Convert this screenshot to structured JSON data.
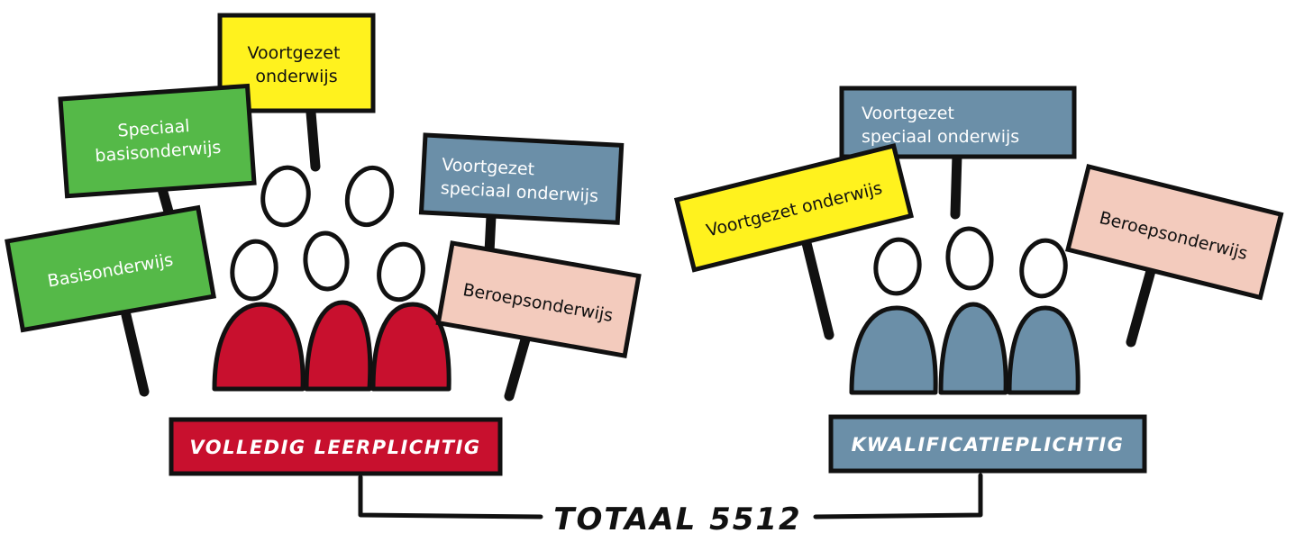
{
  "colors": {
    "green": "#55b948",
    "yellow": "#fff21e",
    "slate_blue": "#6b8fa8",
    "pink": "#f3cbbd",
    "red": "#c8102e",
    "outline": "#111111"
  },
  "left_group": {
    "banner": "VOLLEDIG LEERPLICHTIG",
    "signs": {
      "voortgezet_onderwijs": [
        "Voortgezet",
        "onderwijs"
      ],
      "speciaal_basisonderwijs": [
        "Speciaal",
        "basisonderwijs"
      ],
      "basisonderwijs": [
        "Basisonderwijs"
      ],
      "voortgezet_speciaal_onderwijs": [
        "Voortgezet",
        "speciaal onderwijs"
      ],
      "beroepsonderwijs": [
        "Beroepsonderwijs"
      ]
    }
  },
  "right_group": {
    "banner": "KWALIFICATIEPLICHTIG",
    "signs": {
      "voortgezet_speciaal_onderwijs": [
        "Voortgezet",
        "speciaal onderwijs"
      ],
      "voortgezet_onderwijs": [
        "Voortgezet onderwijs"
      ],
      "beroepsonderwijs": [
        "Beroepsonderwijs"
      ]
    }
  },
  "total": "TOTAAL 5512"
}
